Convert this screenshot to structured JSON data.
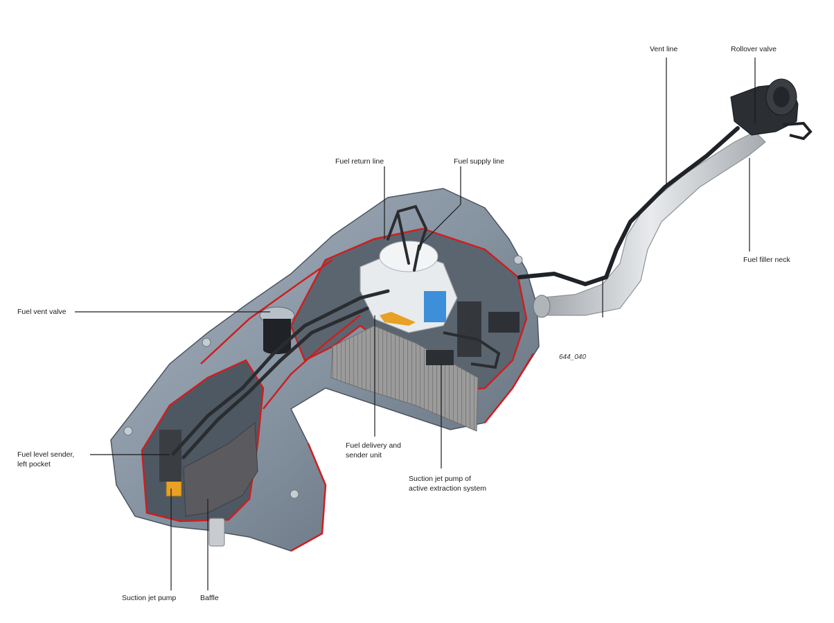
{
  "figure_id": "644_040",
  "labels": {
    "vent_line": "Vent line",
    "rollover_valve": "Rollover valve",
    "fuel_return_line": "Fuel return line",
    "fuel_supply_line": "Fuel supply line",
    "fuel_filler_neck": "Fuel filler neck",
    "fuel_vent_valve": "Fuel vent valve",
    "fuel_level_sender_1": "Fuel level sender,",
    "fuel_level_sender_2": "left pocket",
    "fuel_delivery_1": "Fuel delivery and",
    "fuel_delivery_2": "sender unit",
    "suction_active_1": "Suction jet pump of",
    "suction_active_2": "active extraction system",
    "suction_jet_pump": "Suction jet pump",
    "baffle": "Baffle"
  },
  "colors": {
    "tank_body": "#8c99a6",
    "tank_dark": "#55606b",
    "tank_light": "#b9c3cc",
    "cutaway_edge": "#cc1f1f",
    "filler_neck": "#c9ccd0",
    "hose": "#2a2d30",
    "baffle": "#8a8a8a",
    "pump_orange": "#e8a125",
    "sender_blue": "#3d8fd9",
    "leader_line": "#1a1a1a"
  }
}
